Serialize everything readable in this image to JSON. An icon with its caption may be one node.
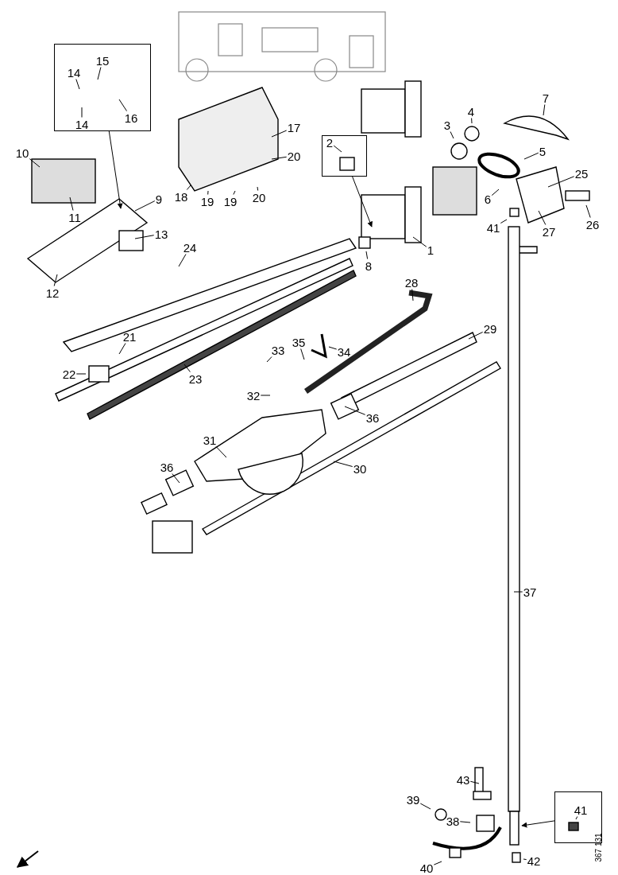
{
  "diagram": {
    "nodes": [
      {
        "text": [],
        "shape": "box"
      },
      {
        "text": [
          "14"
        ],
        "in": 0
      },
      {
        "text": [
          "15"
        ],
        "in": 0
      },
      {
        "text": [
          "14"
        ],
        "in": 0
      },
      {
        "text": [
          "16"
        ],
        "in": 0
      },
      {
        "text": [],
        "shape": "box"
      },
      {
        "text": [
          "2"
        ],
        "in": 5
      },
      {
        "text": [
          "10"
        ]
      },
      {
        "text": [
          "11"
        ]
      },
      {
        "text": [
          "9"
        ]
      },
      {
        "text": [
          "13"
        ]
      },
      {
        "text": [
          "12"
        ]
      },
      {
        "text": [
          "17"
        ]
      },
      {
        "text": [
          "20"
        ]
      },
      {
        "text": [
          "18"
        ]
      },
      {
        "text": [
          "19"
        ]
      },
      {
        "text": [
          "19"
        ]
      },
      {
        "text": [
          "20"
        ]
      },
      {
        "text": [
          "3"
        ]
      },
      {
        "text": [
          "4"
        ]
      },
      {
        "text": [
          "7"
        ]
      },
      {
        "text": [
          "5"
        ]
      },
      {
        "text": [
          "6"
        ]
      },
      {
        "text": [
          "25"
        ]
      },
      {
        "text": [
          "41"
        ]
      },
      {
        "text": [
          "27"
        ]
      },
      {
        "text": [
          "26"
        ]
      },
      {
        "text": [
          "1"
        ]
      },
      {
        "text": [
          "8"
        ]
      },
      {
        "text": [
          "24"
        ]
      },
      {
        "text": [
          "28"
        ]
      },
      {
        "text": [
          "21"
        ]
      },
      {
        "text": [
          "22"
        ]
      },
      {
        "text": [
          "23"
        ]
      },
      {
        "text": [
          "33"
        ]
      },
      {
        "text": [
          "35"
        ]
      },
      {
        "text": [
          "34"
        ]
      },
      {
        "text": [
          "29"
        ]
      },
      {
        "text": [
          "32"
        ]
      },
      {
        "text": [
          "36"
        ]
      },
      {
        "text": [
          "31"
        ]
      },
      {
        "text": [
          "30"
        ]
      },
      {
        "text": [
          "36"
        ]
      },
      {
        "text": [
          "37"
        ]
      },
      {
        "text": [
          "43"
        ]
      },
      {
        "text": [
          "39"
        ]
      },
      {
        "text": [
          "38"
        ]
      },
      {
        "text": [
          "40"
        ]
      },
      {
        "text": [],
        "shape": "box"
      },
      {
        "text": [
          "41"
        ],
        "in": 48
      },
      {
        "text": [
          "42"
        ]
      }
    ],
    "edges": [
      {
        "from": 0,
        "to": null,
        "arrow": "to"
      },
      {
        "from": 1,
        "to": null,
        "arrow": "none"
      },
      {
        "from": 2,
        "to": null,
        "arrow": "none"
      },
      {
        "from": 3,
        "to": null,
        "arrow": "none"
      },
      {
        "from": 4,
        "to": null,
        "arrow": "none"
      },
      {
        "from": 5,
        "to": null,
        "arrow": "to"
      },
      {
        "from": 6,
        "to": null,
        "arrow": "none"
      },
      {
        "from": 7,
        "to": null,
        "arrow": "none"
      },
      {
        "from": 8,
        "to": null,
        "arrow": "none"
      },
      {
        "from": 9,
        "to": null,
        "arrow": "none"
      },
      {
        "from": 10,
        "to": null,
        "arrow": "none"
      },
      {
        "from": 11,
        "to": null,
        "arrow": "none"
      },
      {
        "from": 12,
        "to": null,
        "arrow": "none"
      },
      {
        "from": 13,
        "to": null,
        "arrow": "none"
      },
      {
        "from": 14,
        "to": null,
        "arrow": "none"
      },
      {
        "from": 15,
        "to": null,
        "arrow": "none"
      },
      {
        "from": 16,
        "to": null,
        "arrow": "none"
      },
      {
        "from": 17,
        "to": null,
        "arrow": "none"
      },
      {
        "from": 18,
        "to": null,
        "arrow": "none"
      },
      {
        "from": 19,
        "to": null,
        "arrow": "none"
      },
      {
        "from": 20,
        "to": null,
        "arrow": "none"
      },
      {
        "from": 21,
        "to": null,
        "arrow": "none"
      },
      {
        "from": 22,
        "to": null,
        "arrow": "none"
      },
      {
        "from": 23,
        "to": null,
        "arrow": "none"
      },
      {
        "from": 24,
        "to": null,
        "arrow": "none"
      },
      {
        "from": 25,
        "to": null,
        "arrow": "none"
      },
      {
        "from": 26,
        "to": null,
        "arrow": "none"
      },
      {
        "from": 27,
        "to": null,
        "arrow": "none"
      },
      {
        "from": 28,
        "to": null,
        "arrow": "none"
      },
      {
        "from": 29,
        "to": null,
        "arrow": "none"
      },
      {
        "from": 30,
        "to": null,
        "arrow": "none"
      },
      {
        "from": 31,
        "to": null,
        "arrow": "none"
      },
      {
        "from": 32,
        "to": null,
        "arrow": "none"
      },
      {
        "from": 33,
        "to": null,
        "arrow": "none"
      },
      {
        "from": 34,
        "to": null,
        "arrow": "none"
      },
      {
        "from": 35,
        "to": null,
        "arrow": "none"
      },
      {
        "from": 36,
        "to": null,
        "arrow": "none"
      },
      {
        "from": 37,
        "to": null,
        "arrow": "none"
      },
      {
        "from": 38,
        "to": null,
        "arrow": "none"
      },
      {
        "from": 39,
        "to": null,
        "arrow": "none"
      },
      {
        "from": 40,
        "to": null,
        "arrow": "none"
      },
      {
        "from": 41,
        "to": null,
        "arrow": "none"
      },
      {
        "from": 42,
        "to": null,
        "arrow": "none"
      },
      {
        "from": 43,
        "to": null,
        "arrow": "none"
      },
      {
        "from": 44,
        "to": null,
        "arrow": "none"
      },
      {
        "from": 45,
        "to": null,
        "arrow": "none"
      },
      {
        "from": 46,
        "to": null,
        "arrow": "none"
      },
      {
        "from": 47,
        "to": null,
        "arrow": "none"
      },
      {
        "from": 48,
        "to": null,
        "arrow": "to"
      },
      {
        "from": 49,
        "to": null,
        "arrow": "none"
      },
      {
        "from": 50,
        "to": null,
        "arrow": "none"
      }
    ],
    "labels": [
      "367 131"
    ]
  }
}
